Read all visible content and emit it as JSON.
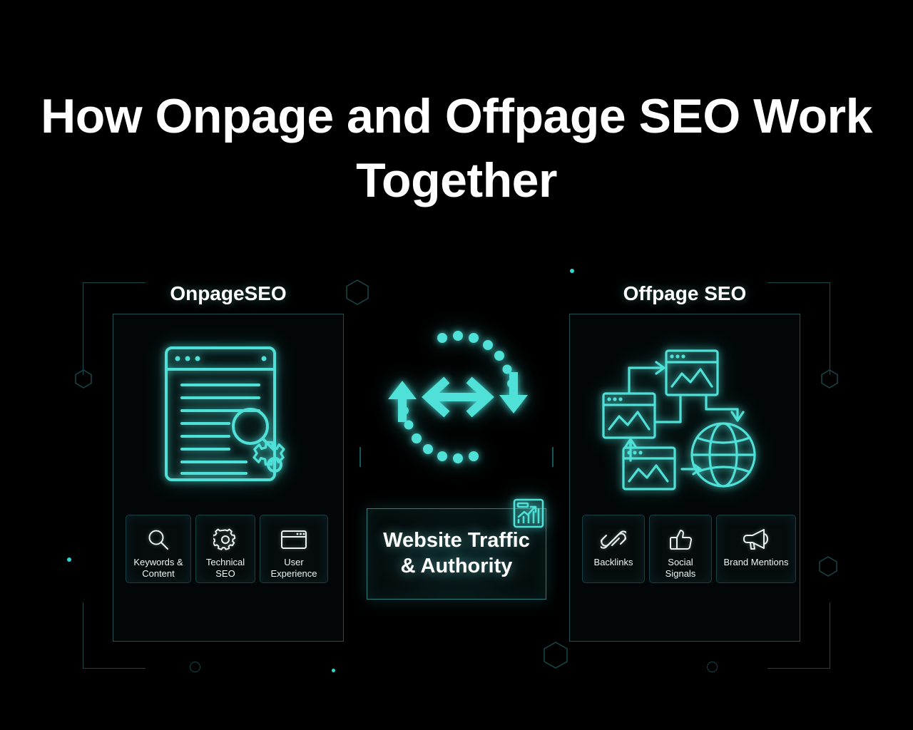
{
  "title": "How Onpage and Offpage SEO Work Together",
  "colors": {
    "background": "#000000",
    "neon_cyan": "#4FE1D8",
    "panel_border": "#1d4f52",
    "deco_line": "#17474a",
    "text_white": "#ffffff"
  },
  "left_panel": {
    "heading": "OnpageSEO",
    "illustration": "document-magnifier-gear-icon",
    "chips": [
      {
        "label": "Keywords &\nContent",
        "icon": "magnifier-icon"
      },
      {
        "label": "Technical\nSEO",
        "icon": "gear-icon"
      },
      {
        "label": "User Experience",
        "icon": "browser-window-icon"
      }
    ]
  },
  "right_panel": {
    "heading": "Offpage SEO",
    "illustration": "network-globe-icon",
    "chips": [
      {
        "label": "Backlinks",
        "icon": "chain-link-icon"
      },
      {
        "label": "Social Signals",
        "icon": "thumbs-up-icon"
      },
      {
        "label": "Brand Mentions",
        "icon": "megaphone-icon"
      }
    ]
  },
  "center": {
    "exchange_icon": "bidirectional-sync-arrows-icon",
    "result_label": "Website Traffic\n& Authority",
    "badge_icon": "growth-chart-icon"
  }
}
